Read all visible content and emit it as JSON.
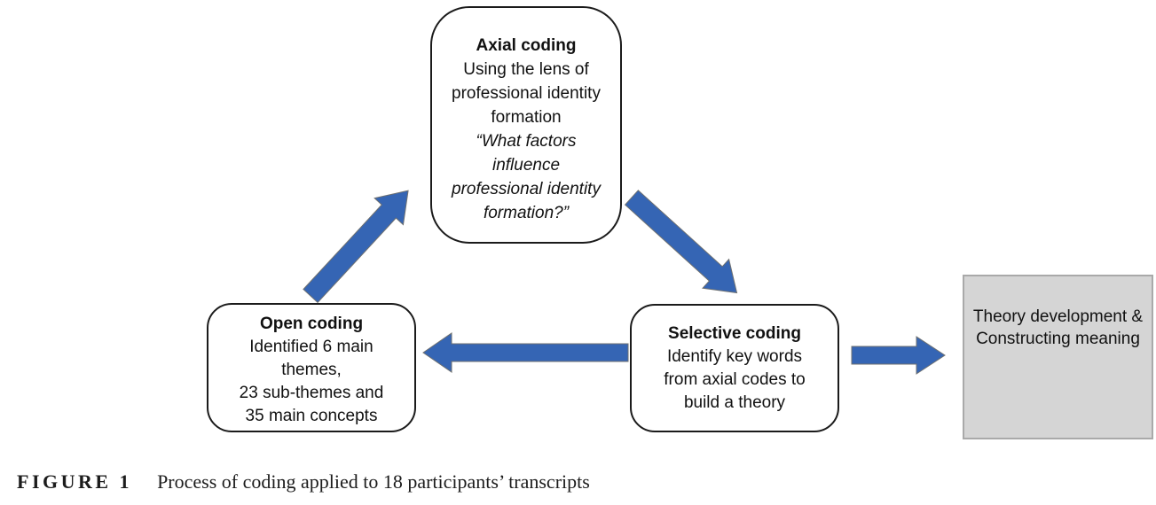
{
  "figure": {
    "caption_label": "FIGURE 1",
    "caption_text": "Process of coding applied to 18 participants’ transcripts"
  },
  "boxes": {
    "axial": {
      "title": "Axial coding",
      "lines": [
        "Using the lens of",
        "professional identity",
        "formation"
      ],
      "italic_lines": [
        "“What factors",
        "influence",
        "professional identity",
        "formation?”"
      ]
    },
    "open": {
      "title": "Open coding",
      "lines": [
        "Identified 6 main",
        "themes,",
        "23 sub-themes and",
        "35 main concepts"
      ]
    },
    "selective": {
      "title": "Selective coding",
      "lines": [
        "Identify key words",
        "from axial codes to",
        "build a theory"
      ]
    },
    "theory": {
      "lines": [
        "Theory",
        "development",
        "&",
        "Constructing",
        "meaning"
      ]
    }
  },
  "arrows": [
    {
      "name": "arrow-open-to-axial",
      "direction": "up-right"
    },
    {
      "name": "arrow-axial-to-selective",
      "direction": "down-right"
    },
    {
      "name": "arrow-selective-to-open",
      "direction": "left"
    },
    {
      "name": "arrow-selective-to-theory",
      "direction": "right"
    }
  ],
  "colors": {
    "arrow_fill": "#3565b4",
    "arrow_outline": "#6e7070",
    "box_border": "#1b1b1b",
    "box_fill": "#ffffff",
    "theory_box_fill": "#d5d5d5",
    "theory_box_border": "#a9a9a9",
    "text": "#111111",
    "page_bg": "#ffffff"
  }
}
